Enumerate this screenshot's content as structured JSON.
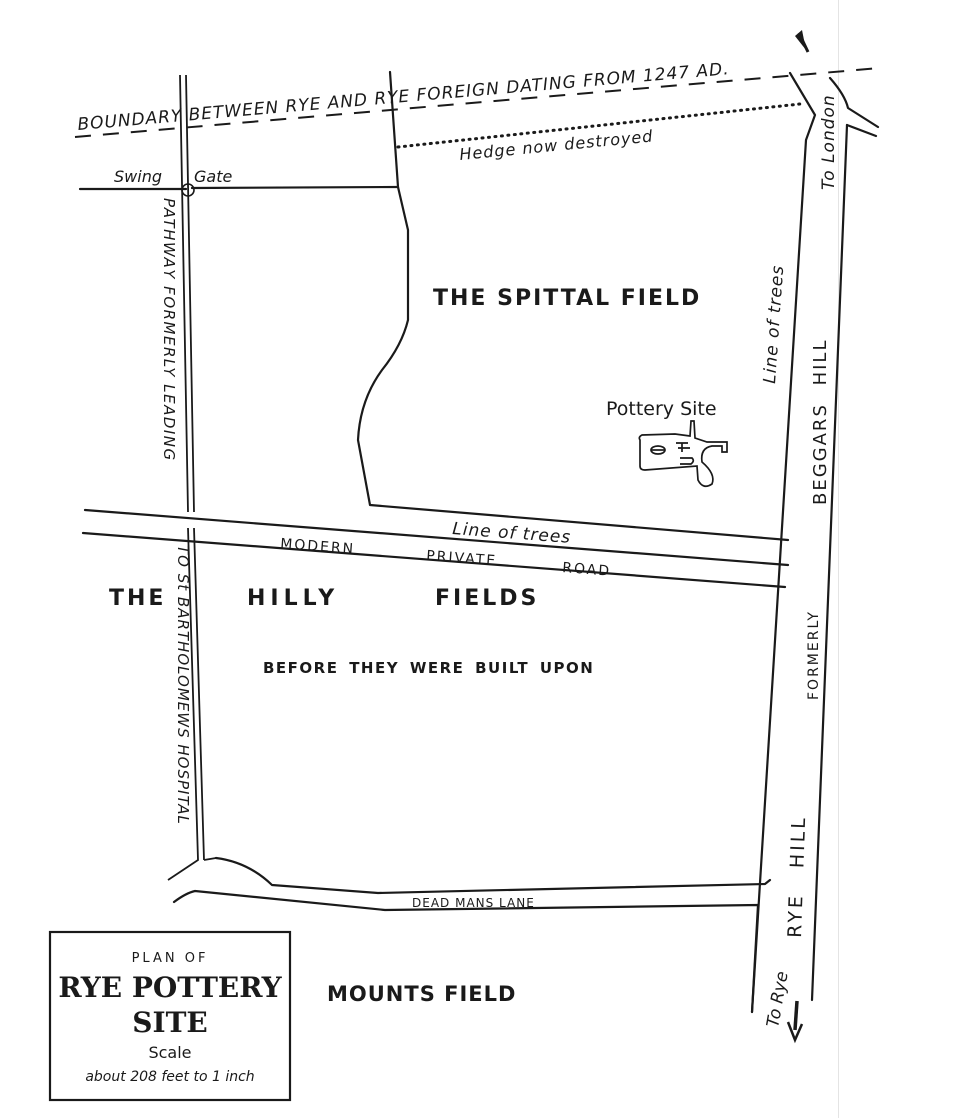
{
  "title_box": {
    "line1": "PLAN OF",
    "line2": "RYE POTTERY",
    "line3": "SITE",
    "scale_label": "Scale",
    "scale_value": "about 208 feet to 1 inch"
  },
  "boundary": {
    "label": "BOUNDARY BETWEEN RYE AND RYE FOREIGN DATING FROM 1247 AD."
  },
  "hedge": {
    "label": "Hedge now destroyed"
  },
  "swing_gate": {
    "label_left": "Swing",
    "label_right": "Gate"
  },
  "pathway": {
    "label_upper": "PATHWAY FORMERLY LEADING",
    "label_lower": "TO St BARTHOLOMEWS HOSPITAL"
  },
  "fields": {
    "spittal": "THE SPITTAL FIELD",
    "hilly_the": "THE",
    "hilly_hilly": "HILLY",
    "hilly_fields": "FIELDS",
    "hilly_sub": "BEFORE THEY WERE BUILT UPON",
    "mounts": "MOUNTS FIELD"
  },
  "pottery_site": {
    "label": "Pottery Site"
  },
  "trees": {
    "vertical": "Line of trees",
    "horizontal": "Line of trees"
  },
  "roads": {
    "modern_1": "MODERN",
    "modern_2": "PRIVATE",
    "modern_3": "ROAD",
    "dead_mans_lane": "DEAD MANS LANE",
    "beggars_hill": "BEGGARS HILL",
    "formerly": "FORMERLY",
    "rye_hill": "RYE HILL"
  },
  "directions": {
    "to_london": "To London",
    "to_rye": "To Rye"
  }
}
